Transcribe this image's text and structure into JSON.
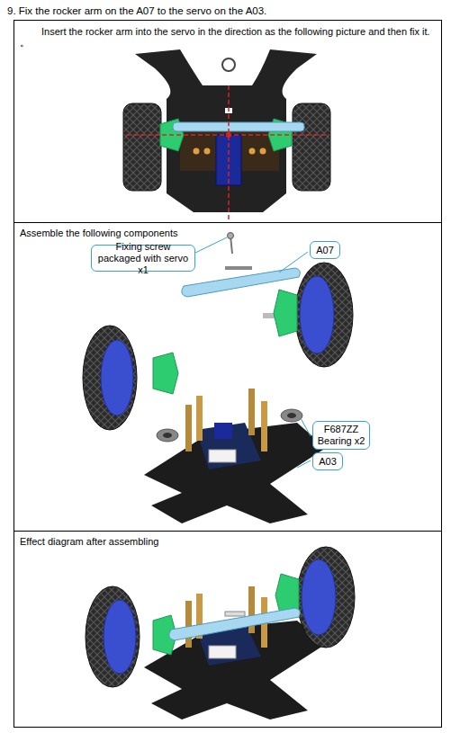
{
  "diagram": {
    "title": "9. Fix the rocker arm on the A07 to the servo on the A03.",
    "nodes": [
      {
        "text": [
          "Insert the rocker arm into the servo in the direction as the following picture and then fix it."
        ]
      },
      {
        "text": [
          "Assemble the following components"
        ]
      },
      {
        "text": [
          "Fixing screw packaged with servo x1"
        ],
        "in": 1
      },
      {
        "text": [
          "A07"
        ],
        "in": 1
      },
      {
        "text": [
          "F687ZZ Bearing x2"
        ],
        "in": 1
      },
      {
        "text": [
          "A03"
        ],
        "in": 1
      },
      {
        "text": [
          "Effect diagram after assembling"
        ]
      }
    ],
    "labels": [
      "。"
    ]
  }
}
